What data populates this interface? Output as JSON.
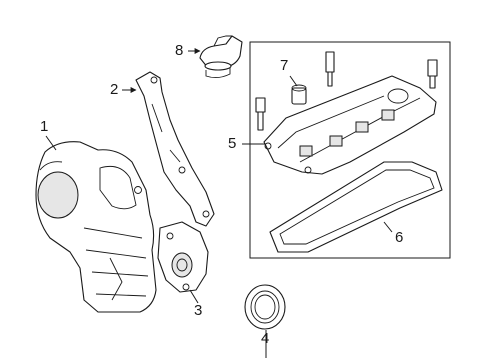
{
  "callouts": {
    "c1": "1",
    "c2": "2",
    "c3": "3",
    "c4": "4",
    "c5": "5",
    "c6": "6",
    "c7": "7",
    "c8": "8"
  },
  "colors": {
    "ink": "#1a1a1a",
    "background": "#ffffff",
    "shade": "#e6e6e6"
  }
}
